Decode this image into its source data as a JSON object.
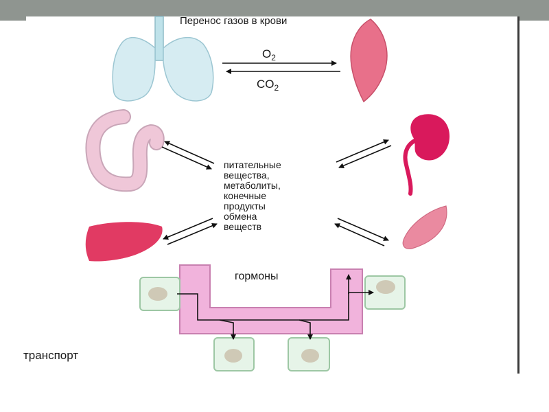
{
  "title": "Перенос газов в крови",
  "gases": {
    "o2": "O",
    "o2_sub": "2",
    "co2": "CO",
    "co2_sub": "2"
  },
  "center_lines": [
    "питательные",
    "вещества,",
    "метаболиты,",
    "конечные",
    "продукты",
    "обмена",
    "веществ"
  ],
  "hormones": "гормоны",
  "transport": "транспорт",
  "colors": {
    "lungs": "#cfe8ef",
    "muscle": "#e8708a",
    "kidney": "#d9195c",
    "liver": "#e13a63",
    "intestine": "#efc7d8",
    "vessel": "#f1b3dc",
    "cell": "#e6f4e8",
    "cell_nucleus": "#c9c4b2"
  },
  "organ_icons": [
    "lungs-icon",
    "muscle-icon",
    "intestine-icon",
    "kidney-icon",
    "liver-icon",
    "muscle-small-icon",
    "cell-icon"
  ]
}
